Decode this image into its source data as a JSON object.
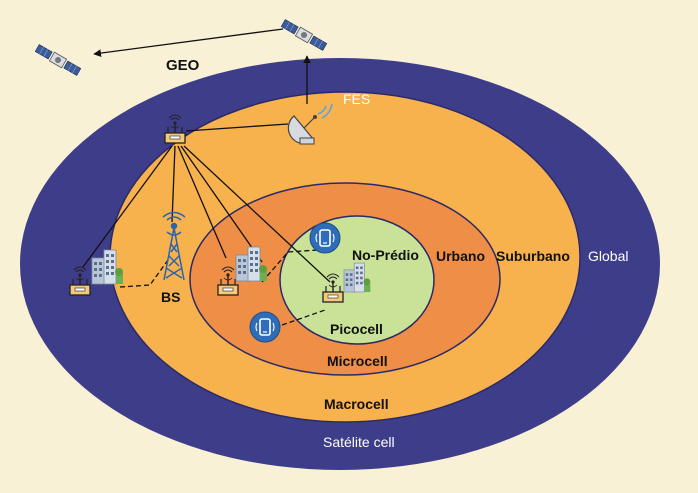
{
  "labels": {
    "geo": "GEO",
    "fes": "FES",
    "global": "Global",
    "satellite_cell": "Satélite cell",
    "macrocell": "Macrocell",
    "suburbano": "Suburbano",
    "urbano": "Urbano",
    "microcell": "Microcell",
    "no_predio": "No-Prédio",
    "picocell": "Picocell",
    "bs": "BS"
  },
  "colors": {
    "background": "#f9f1d6",
    "satellite_ring": "#3e3d8a",
    "macro_ring": "#f7b14d",
    "micro_ring": "#ee8e47",
    "pico_cell": "#c9e298",
    "phone_badge": "#2f6db8",
    "white_text": "#ffffff",
    "dark_text": "#111111"
  },
  "icons": [
    "satellite-icon",
    "satellite-dish-icon",
    "router-icon",
    "building-icon",
    "cell-tower-icon",
    "smartphone-icon"
  ]
}
